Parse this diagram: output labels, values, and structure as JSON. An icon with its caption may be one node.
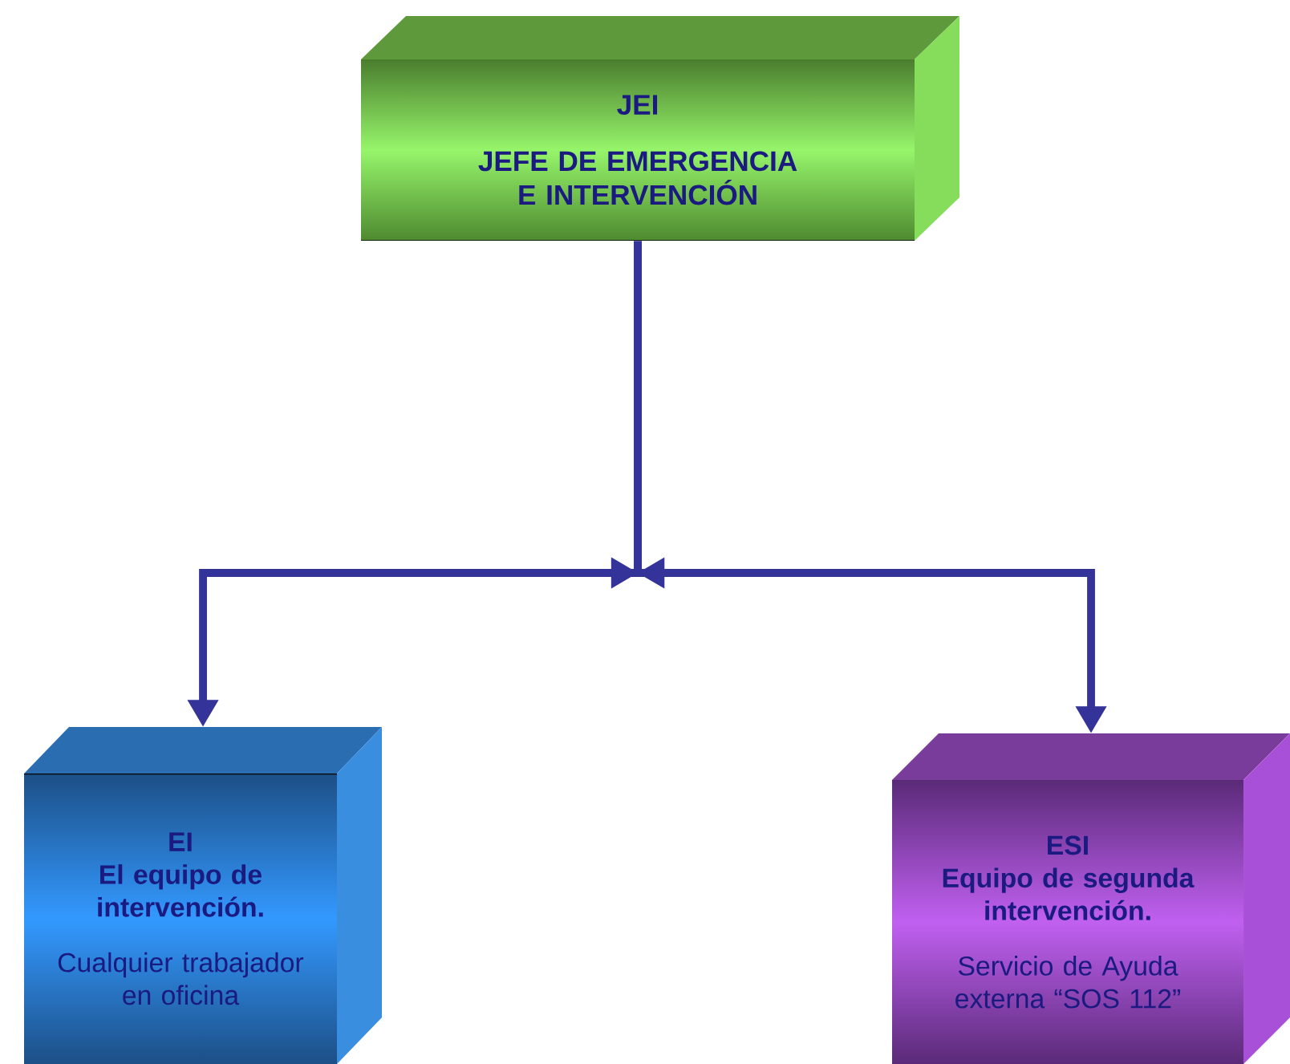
{
  "diagram": {
    "nodes": [
      {
        "text": [
          "JEI",
          "JEFE DE EMERGENCIA E INTERVENCIÓN"
        ]
      },
      {
        "text": [
          "EI",
          "El equipo de intervención.",
          "Cualquier trabajador en oficina"
        ]
      },
      {
        "text": [
          "ESI",
          "Equipo de segunda intervención.",
          "Servicio de Ayuda externa “SOS 112”"
        ]
      }
    ],
    "edges": [
      {
        "from": 0,
        "to": 1,
        "arrow": "to"
      },
      {
        "from": 0,
        "to": 2,
        "arrow": "to"
      }
    ]
  }
}
